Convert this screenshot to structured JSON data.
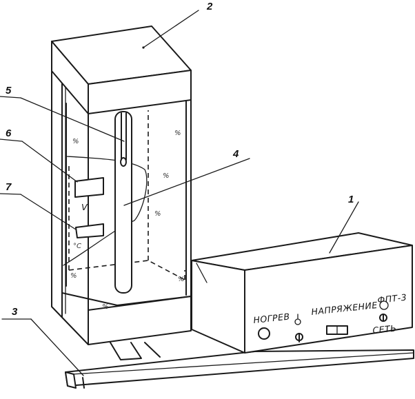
{
  "callouts": [
    {
      "number": "1"
    },
    {
      "number": "2"
    },
    {
      "number": "3"
    },
    {
      "number": "4"
    },
    {
      "number": "5"
    },
    {
      "number": "6"
    },
    {
      "number": "7"
    }
  ],
  "panel": {
    "heater_label": "НОГРЕВ",
    "voltage_label": "НАПРЯЖЕНИЕ",
    "model_label": "ФПТ-3",
    "network_label": "СЕТЬ"
  },
  "display": {
    "voltage_unit": "V",
    "temp_unit": "°C"
  }
}
